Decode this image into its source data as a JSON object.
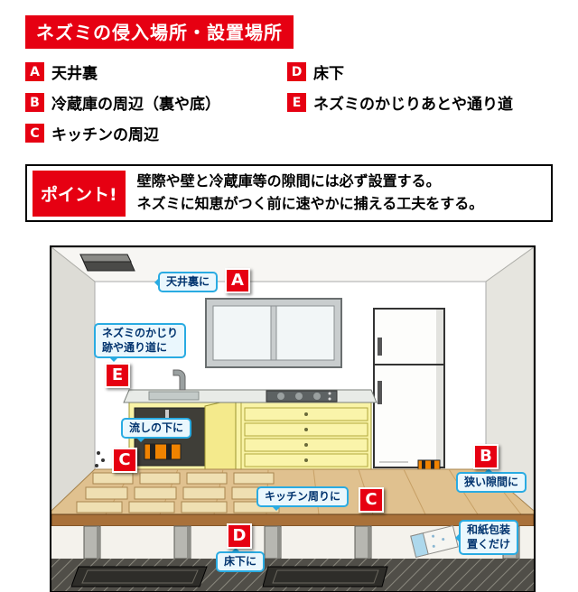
{
  "colors": {
    "accent_red": "#e60012",
    "bubble_border": "#29abe2",
    "bubble_bg": "#eaf7fd",
    "bubble_text": "#00336e",
    "cabinet_yellow": "#f9f3a6",
    "floor_tan": "#e0c18f",
    "trap_orange": "#f08300"
  },
  "header": {
    "title": "ネズミの侵入場所・設置場所"
  },
  "legend": {
    "items": [
      {
        "letter": "A",
        "label": "天井裏"
      },
      {
        "letter": "D",
        "label": "床下"
      },
      {
        "letter": "B",
        "label": "冷蔵庫の周辺（裏や底）"
      },
      {
        "letter": "E",
        "label": "ネズミのかじりあとや通り道"
      },
      {
        "letter": "C",
        "label": "キッチンの周辺"
      }
    ]
  },
  "point": {
    "label": "ポイント!",
    "line1": "壁際や壁と冷蔵庫等の隙間には必ず設置する。",
    "line2": "ネズミに知恵がつく前に速やかに捕える工夫をする。"
  },
  "illustration": {
    "callouts": {
      "attic": {
        "text": "天井裏に",
        "letter": "A"
      },
      "gnaw": {
        "line1": "ネズミのかじり",
        "line2": "跡や通り道に",
        "letter": "E"
      },
      "sink": {
        "text": "流しの下に",
        "letter": "C"
      },
      "kitchen": {
        "text": "キッチン周りに",
        "letter": "C"
      },
      "gap": {
        "text": "狭い隙間に",
        "letter": "B"
      },
      "underfloor": {
        "text": "床下に",
        "letter": "D"
      },
      "package": {
        "line1": "和紙包装",
        "line2": "置くだけ"
      }
    }
  }
}
